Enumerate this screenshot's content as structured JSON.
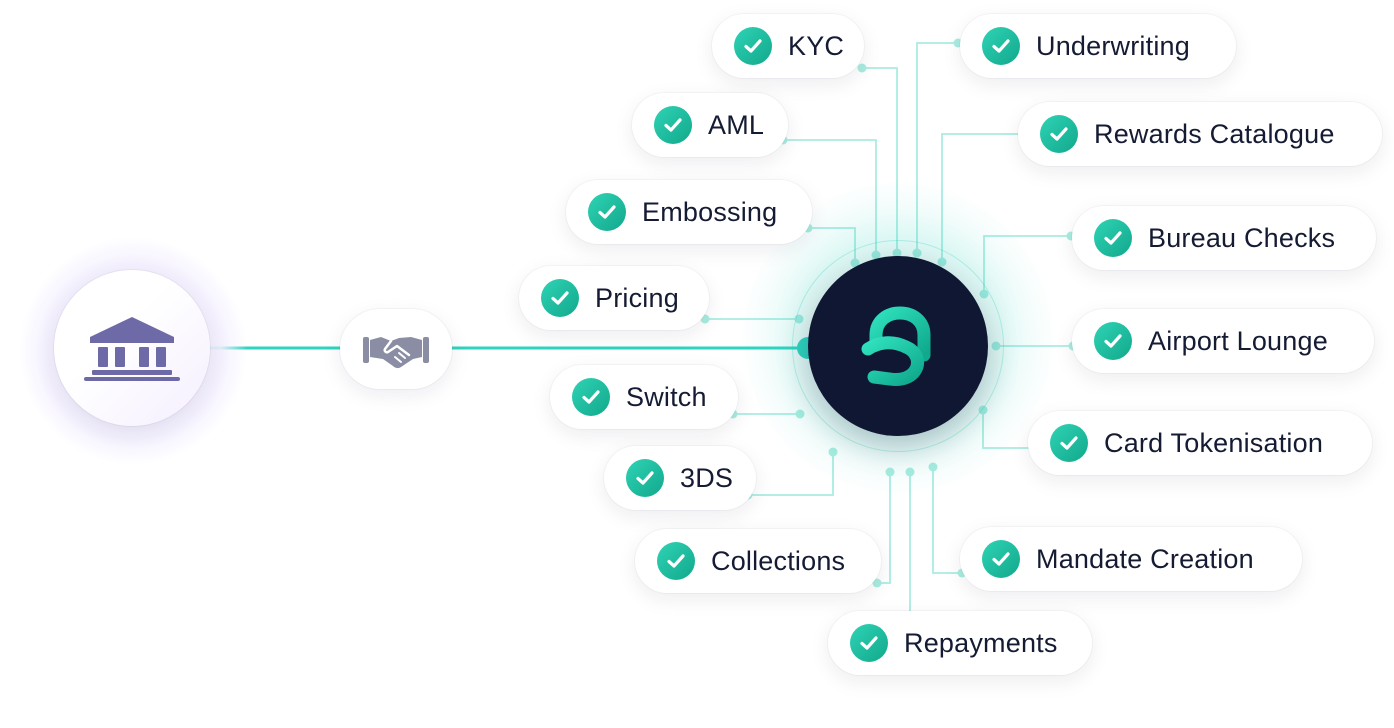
{
  "colors": {
    "accent": "#2dd4bf",
    "wire": "#a9ece0",
    "check_from": "#2fd3b5",
    "check_to": "#12a88c",
    "core": "#0f1733",
    "bank_icon": "#6e6aa8",
    "handshake_icon": "#8a8da3"
  },
  "icons": {
    "source": "bank-icon",
    "partner": "handshake-icon",
    "platform": "platform-logo-icon",
    "item": "check-icon"
  },
  "services": [
    {
      "id": "kyc",
      "label": "KYC"
    },
    {
      "id": "underwriting",
      "label": "Underwriting"
    },
    {
      "id": "aml",
      "label": "AML"
    },
    {
      "id": "rewards-catalogue",
      "label": "Rewards Catalogue"
    },
    {
      "id": "embossing",
      "label": "Embossing"
    },
    {
      "id": "bureau-checks",
      "label": "Bureau Checks"
    },
    {
      "id": "pricing",
      "label": "Pricing"
    },
    {
      "id": "airport-lounge",
      "label": "Airport Lounge"
    },
    {
      "id": "switch",
      "label": "Switch"
    },
    {
      "id": "card-tokenisation",
      "label": "Card Tokenisation"
    },
    {
      "id": "3ds",
      "label": "3DS"
    },
    {
      "id": "mandate-creation",
      "label": "Mandate Creation"
    },
    {
      "id": "collections",
      "label": "Collections"
    },
    {
      "id": "repayments",
      "label": "Repayments"
    }
  ]
}
